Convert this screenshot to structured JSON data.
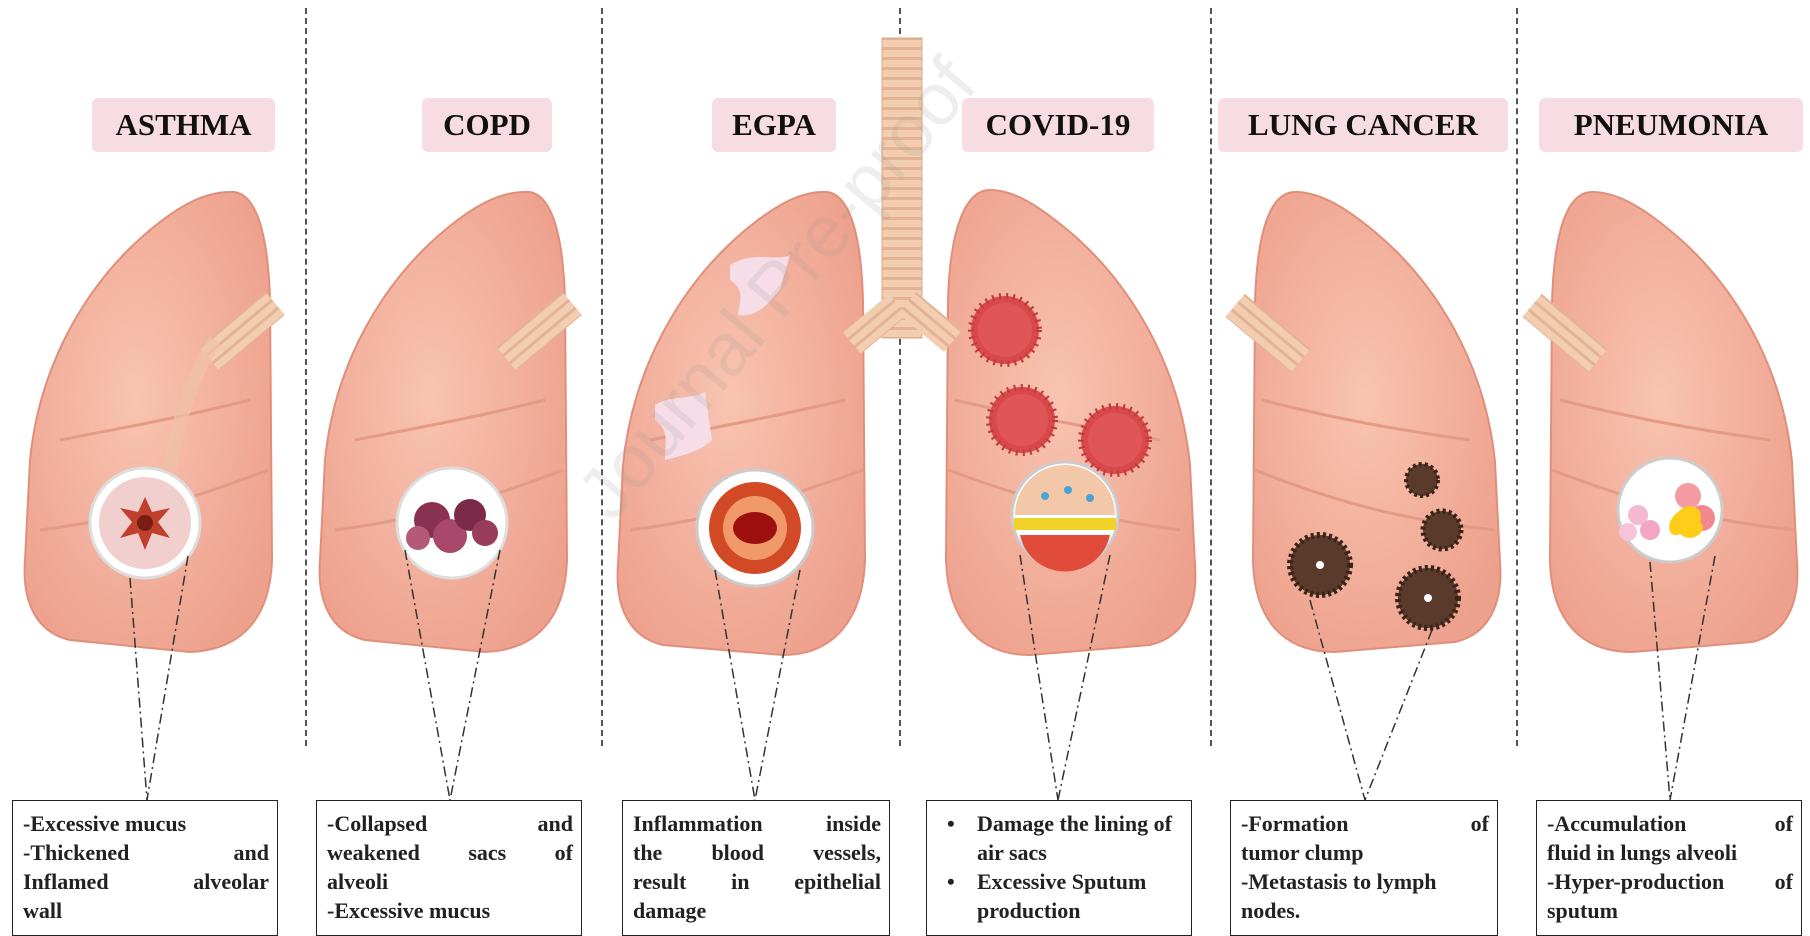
{
  "panels": [
    {
      "title": "ASTHMA",
      "type": "text",
      "lines": [
        "-Excessive mucus",
        "-Thickened and",
        "Inflamed alveolar",
        "wall"
      ]
    },
    {
      "title": "COPD",
      "type": "text",
      "lines": [
        "-Collapsed and",
        "weakened sacs of",
        "alveoli",
        "-Excessive mucus"
      ]
    },
    {
      "title": "EGPA",
      "type": "text",
      "lines": [
        "Inflammation inside",
        "the blood vessels,",
        "result in epithelial",
        "damage"
      ]
    },
    {
      "title": "COVID-19",
      "type": "bullets",
      "lines": [
        "Damage the lining of air sacs",
        "Excessive Sputum production"
      ]
    },
    {
      "title": "LUNG CANCER",
      "type": "text",
      "lines": [
        "-Formation of",
        "tumor clump",
        "-Metastasis to lymph",
        "nodes."
      ]
    },
    {
      "title": "PNEUMONIA",
      "type": "text",
      "lines": [
        "-Accumulation of",
        "fluid in lungs alveoli",
        "-Hyper-production of",
        "sputum"
      ]
    }
  ],
  "watermark": "Journal Pre-proof",
  "colors": {
    "lung_fill": "#f5b5a0",
    "lung_shade": "#e99f8a",
    "badge_bg": "#f7dde3",
    "virus": "#d9484b",
    "tumor": "#5a3a2a",
    "trachea": "#f3cdb0"
  }
}
